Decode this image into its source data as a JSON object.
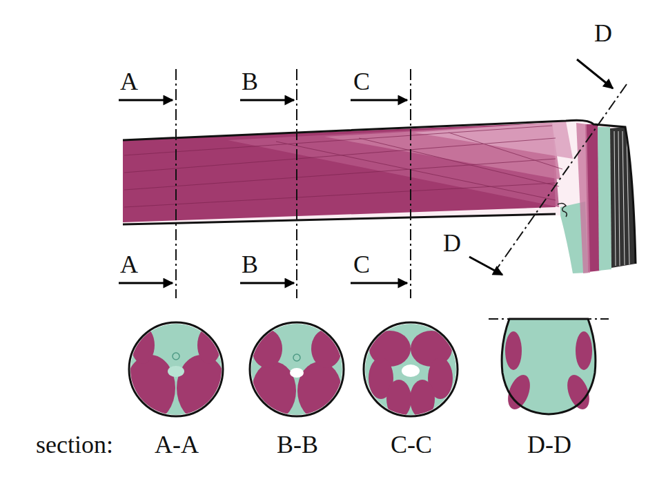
{
  "diagram": {
    "labels": [
      "A",
      "B",
      "C",
      "D",
      "D",
      "A",
      "B",
      "C",
      "section:",
      "A-A",
      "B-B",
      "C-C",
      "D-D"
    ]
  }
}
